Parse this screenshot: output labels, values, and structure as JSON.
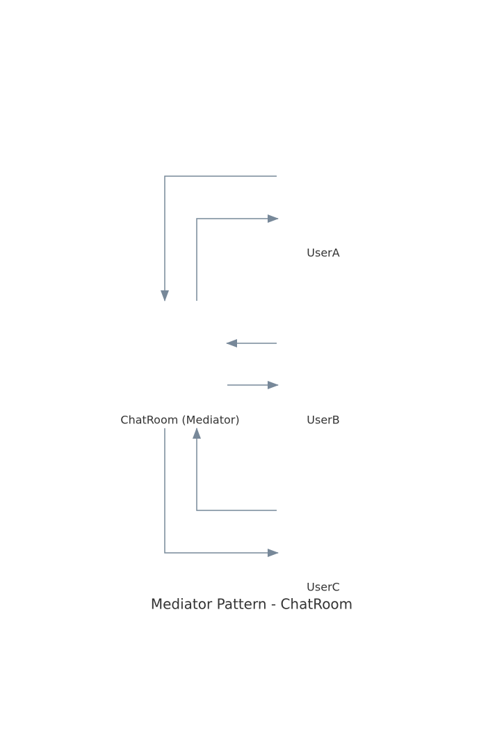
{
  "diagram": {
    "title": "Mediator Pattern - ChatRoom",
    "edge_color": "#778899",
    "nodes": {
      "chatroom": {
        "label": "ChatRoom (Mediator)"
      },
      "user_a": {
        "label": "UserA"
      },
      "user_b": {
        "label": "UserB"
      },
      "user_c": {
        "label": "UserC"
      }
    },
    "edges": [
      {
        "from": "UserA",
        "to": "ChatRoom (Mediator)"
      },
      {
        "from": "ChatRoom (Mediator)",
        "to": "UserA"
      },
      {
        "from": "UserB",
        "to": "ChatRoom (Mediator)"
      },
      {
        "from": "ChatRoom (Mediator)",
        "to": "UserB"
      },
      {
        "from": "UserC",
        "to": "ChatRoom (Mediator)"
      },
      {
        "from": "ChatRoom (Mediator)",
        "to": "UserC"
      }
    ]
  }
}
